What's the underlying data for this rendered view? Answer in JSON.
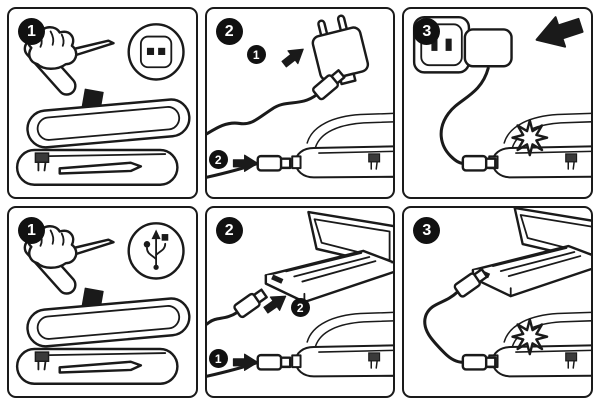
{
  "document": {
    "type": "illustrated-instruction-sheet",
    "subject": "Charging a sonic toothbrush travel case two ways: via wall adapter and via computer USB port",
    "colors": {
      "line": "#1a1a1a",
      "paper": "#ffffff",
      "badge_bg": "#111111",
      "badge_text": "#ffffff",
      "bristles": "#3a3a3a"
    }
  },
  "icons": [
    "wall-socket-icon",
    "usb-icon",
    "arrow-down-icon",
    "arrow-right-icon",
    "charging-flash-icon",
    "usb-plug-icon",
    "wall-adapter",
    "power-outlet",
    "laptop",
    "travel-case",
    "toothbrush-in-hand"
  ],
  "rows": [
    {
      "method": "wall-outlet",
      "panels": [
        {
          "step": "1",
          "corner_icon": "wall-socket-icon"
        },
        {
          "step": "2",
          "sub_top": "1",
          "sub_bottom": "2"
        },
        {
          "step": "3"
        }
      ]
    },
    {
      "method": "usb-computer",
      "panels": [
        {
          "step": "1",
          "corner_icon": "usb-icon"
        },
        {
          "step": "2",
          "sub_top": "2",
          "sub_bottom": "1"
        },
        {
          "step": "3"
        }
      ]
    }
  ]
}
